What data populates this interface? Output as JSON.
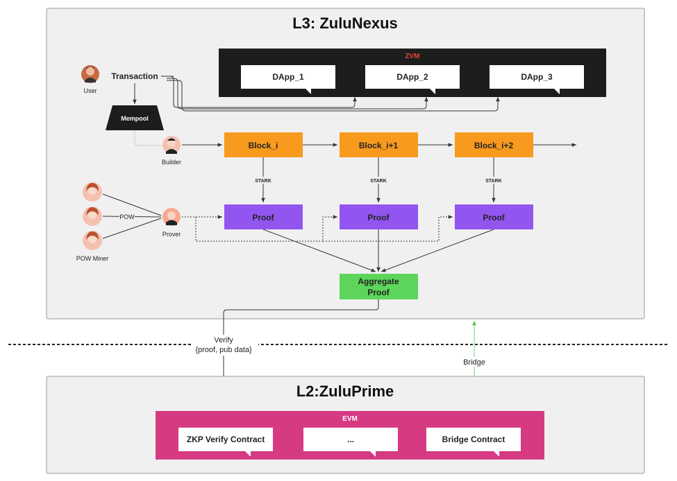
{
  "l3": {
    "title": "L3: ZuluNexus"
  },
  "zvm": {
    "label": "ZVM",
    "dapps": [
      "DApp_1",
      "DApp_2",
      "DApp_3"
    ]
  },
  "actors": {
    "user": "User",
    "transaction": "Transaction",
    "mempool": "Mempool",
    "builder": "Builder",
    "pow": "POW",
    "pow_miner": "POW Miner",
    "prover": "Prover"
  },
  "blocks": [
    "Block_i",
    "Block_i+1",
    "Block_i+2"
  ],
  "stark_label": "STARK",
  "proofs": [
    "Proof",
    "Proof",
    "Proof"
  ],
  "aggregate": {
    "line1": "Aggregate",
    "line2": "Proof"
  },
  "verify": {
    "line1": "Verify",
    "line2": "{proof, pub data}"
  },
  "bridge": "Bridge",
  "l2": {
    "title": "L2:ZuluPrime"
  },
  "evm": {
    "label": "EVM",
    "contracts": [
      "ZKP Verify Contract",
      "...",
      "Bridge Contract"
    ]
  },
  "colors": {
    "panel_bg": "#f0f0f1",
    "zvm_bg": "#1d1d1d",
    "zvm_label": "#e2463c",
    "block": "#f79a1e",
    "proof": "#9255f0",
    "aggregate": "#5dd55b",
    "evm": "#d63b82",
    "bridge_line": "#6dd06a"
  }
}
